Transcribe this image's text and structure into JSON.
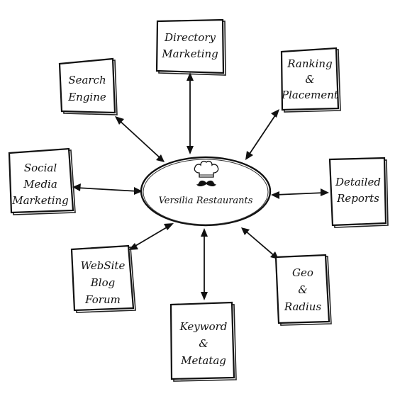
{
  "center": {
    "label": "Versilia Restaurants"
  },
  "nodes": [
    {
      "id": "directory",
      "lines": [
        "Directory",
        "Marketing"
      ]
    },
    {
      "id": "ranking",
      "lines": [
        "Ranking",
        "&",
        "Placement"
      ]
    },
    {
      "id": "search",
      "lines": [
        "Search",
        "Engine"
      ]
    },
    {
      "id": "social",
      "lines": [
        "Social",
        "Media",
        "Marketing"
      ]
    },
    {
      "id": "reports",
      "lines": [
        "Detailed",
        "Reports"
      ]
    },
    {
      "id": "website",
      "lines": [
        "WebSite",
        "Blog",
        "Forum"
      ]
    },
    {
      "id": "geo",
      "lines": [
        "Geo",
        "&",
        "Radius"
      ]
    },
    {
      "id": "keyword",
      "lines": [
        "Keyword",
        "&",
        "Metatag"
      ]
    }
  ]
}
